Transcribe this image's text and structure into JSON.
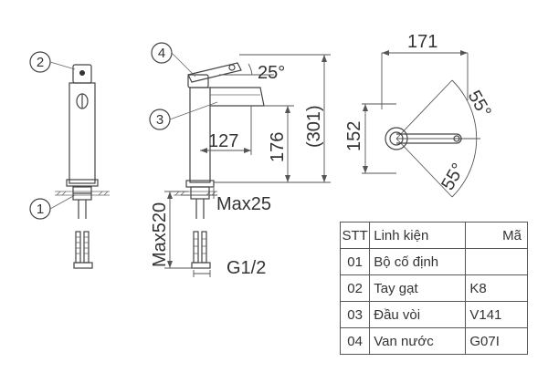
{
  "dimensions": {
    "width_171": "171",
    "angle_55_top": "55°",
    "angle_55_bottom": "55°",
    "depth_152": "152",
    "angle_25": "25°",
    "height_301": "(301)",
    "height_176": "176",
    "reach_127": "127",
    "max25": "Max25",
    "max520": "Max520",
    "thread_g12": "G1/2"
  },
  "callouts": {
    "c1": "1",
    "c2": "2",
    "c3": "3",
    "c4": "4"
  },
  "table": {
    "headers": [
      "STT",
      "Linh kiện",
      "Mã"
    ],
    "rows": [
      [
        "01",
        "Bộ cố định",
        ""
      ],
      [
        "02",
        "Tay gạt",
        "K8"
      ],
      [
        "03",
        "Đầu vòi",
        "V141"
      ],
      [
        "04",
        "Van nước",
        "G07I"
      ]
    ]
  }
}
